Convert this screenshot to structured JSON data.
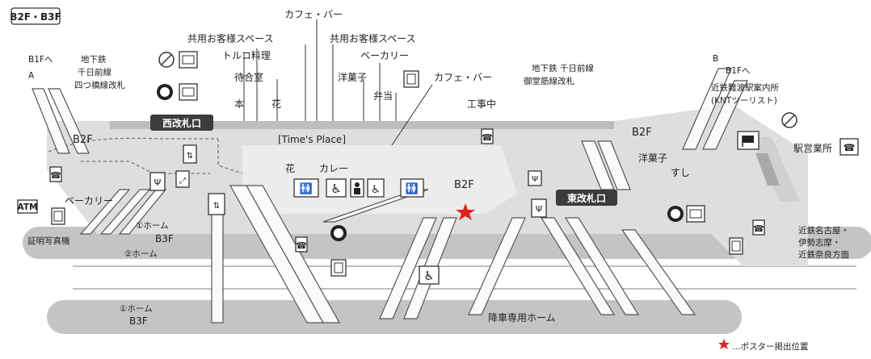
{
  "floor_badge": "B2F・B3F",
  "labels": {
    "b1f_left": "B1Fへ",
    "a": "A",
    "b": "B",
    "b1f_right": "B1Fへ",
    "chikatetsu_yotsuhashi": [
      "地下鉄",
      "千日前線",
      "四つ橋線改札"
    ],
    "chikatetsu_sennichimae": [
      "地下鉄 千日前線",
      "御堂筋線改札"
    ],
    "kyoyo_1": "共用お客様スペース",
    "kyoyo_2": "共用お客様スペース",
    "cafe_bar_top": "カフェ・バー",
    "cafe_bar_mid": "カフェ・バー",
    "turkish": "トルコ料理",
    "bakery_top": "ベーカリー",
    "waiting": "待合室",
    "western_sweets": "洋菓子",
    "bento": "弁当",
    "book": "本",
    "flower_top": "花",
    "construction": "工事中",
    "west_gate": "西改札口",
    "east_gate": "東改札口",
    "times_place": "[Time's Place]",
    "b2f_left": "B2F",
    "b2f_center": "B2F",
    "b2f_right": "B2F",
    "flower_mid": "花",
    "curry": "カレー",
    "bakery_left": "ベーカリー",
    "atm": "ATM",
    "photo": "証明写真機",
    "home1_upper": "①ホーム",
    "home2": "②ホーム",
    "b3f_mid": "B3F",
    "home1_lower": "①ホーム",
    "b3f_lower": "B3F",
    "alighting": "降車専用ホーム",
    "kintetsu_info": [
      "近鉄難波駅案内所",
      "(KNTツーリスト)"
    ],
    "station_office": "駅営業所",
    "western_sweets_right": "洋菓子",
    "sushi": "すし",
    "kintetsu_dest": [
      "近鉄名古屋・",
      "伊勢志摩・",
      "近鉄奈良方面"
    ],
    "legend": "…ポスター掲出位置"
  },
  "colors": {
    "platform": "#c4c4c4",
    "concourse": "#dedede",
    "gate": "#3c3c3c",
    "star": "#e0201b"
  },
  "icons": [
    "phone-icon",
    "locker-icon",
    "restroom-icon",
    "wheelchair-icon",
    "no-smoking-icon",
    "ticket-machine-icon",
    "escalator-icon",
    "elevator-icon",
    "info-flag-icon"
  ]
}
